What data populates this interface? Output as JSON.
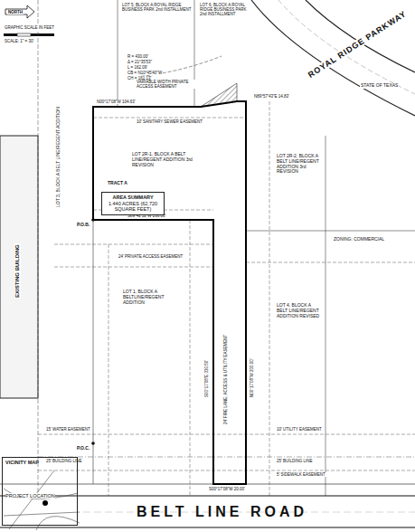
{
  "diagram": {
    "nodes": [
      {
        "text": [
          "AREA SUMMARY",
          "1.440 ACRES (62,720 SQUARE FEET)"
        ]
      },
      {
        "text": [
          "VICINITY MAP",
          "PROJECT LOCATION"
        ]
      }
    ],
    "labels": [
      "NORTH",
      "GRAPHIC SCALE IN FEET",
      "SCALE: 1\" = 30'",
      "LOT 5, BLOCK A ROYAL RIDGE BUSINESS PARK 2nd INSTALLMENT",
      "LOT 6, BLOCK A ROYAL RIDGE BUSINESS PARK 2nd INSTALLMENT",
      "ROYAL RIDGE PARKWAY",
      "STATE OF TEXAS",
      "R = 430.00'",
      "Δ = 21°35'53\"",
      "L = 162.09'",
      "CB = N10°45'40\"W",
      "CH = 161.13'",
      "N00°17'08\"W 104.63'",
      "N89°57'43\"E 14.83'",
      "LOT 2R-1, BLOCK A BELT LINE/REGENT ADDITION 3rd REVISION",
      "TRACT A",
      "P.O.B.",
      "S89°42'52\"W 236.00'",
      "LOT 1, BLOCK A BELTLINE/REGENT ADDITION",
      "LOT 4, BLOCK A BELT LINE/REGENT ADDITION REVISED",
      "LOT 2R-2, BLOCK A BELT LINE/REGENT ADDITION 3rd REVISION",
      "EXISTING BUILDING",
      "LOT 3, BLOCK A BELT LINE/REGENT ADDITION",
      "P.O.C.",
      "N00°17'08\"W 200.00'",
      "S00°17'08\"E 330.50'",
      "S00°17'08\"W 20.00'",
      "24' FIRE LANE, ACCESS & UTILITY EASEMENT",
      "15' WATER EASEMENT",
      "10' UTILITY EASEMENT",
      "25' BUILDING LINE",
      "25' BUILDING LINE",
      "5' SIDEWALK EASEMENT",
      "24' PRIVATE ACCESS EASEMENT",
      "10' SANITARY SEWER EASEMENT",
      "VARIABLE WIDTH PRIVATE ACCESS EASEMENT",
      "ZONING: COMMERCIAL",
      "BELT LINE ROAD"
    ]
  }
}
